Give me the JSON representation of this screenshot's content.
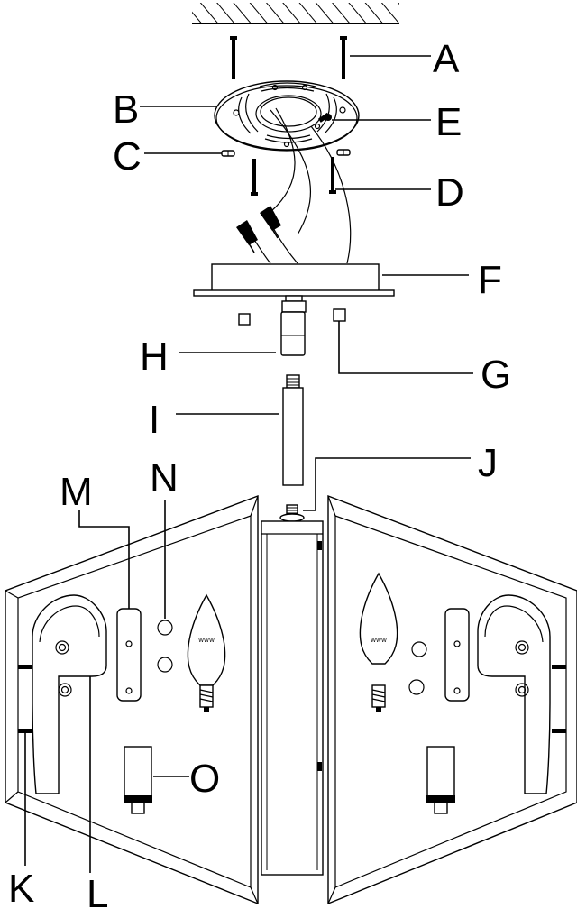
{
  "labels": {
    "A": "A",
    "B": "B",
    "C": "C",
    "D": "D",
    "E": "E",
    "F": "F",
    "G": "G",
    "H": "H",
    "I": "I",
    "J": "J",
    "K": "K",
    "L": "L",
    "M": "M",
    "N": "N",
    "O": "O"
  },
  "bulb_marking": "WWW"
}
